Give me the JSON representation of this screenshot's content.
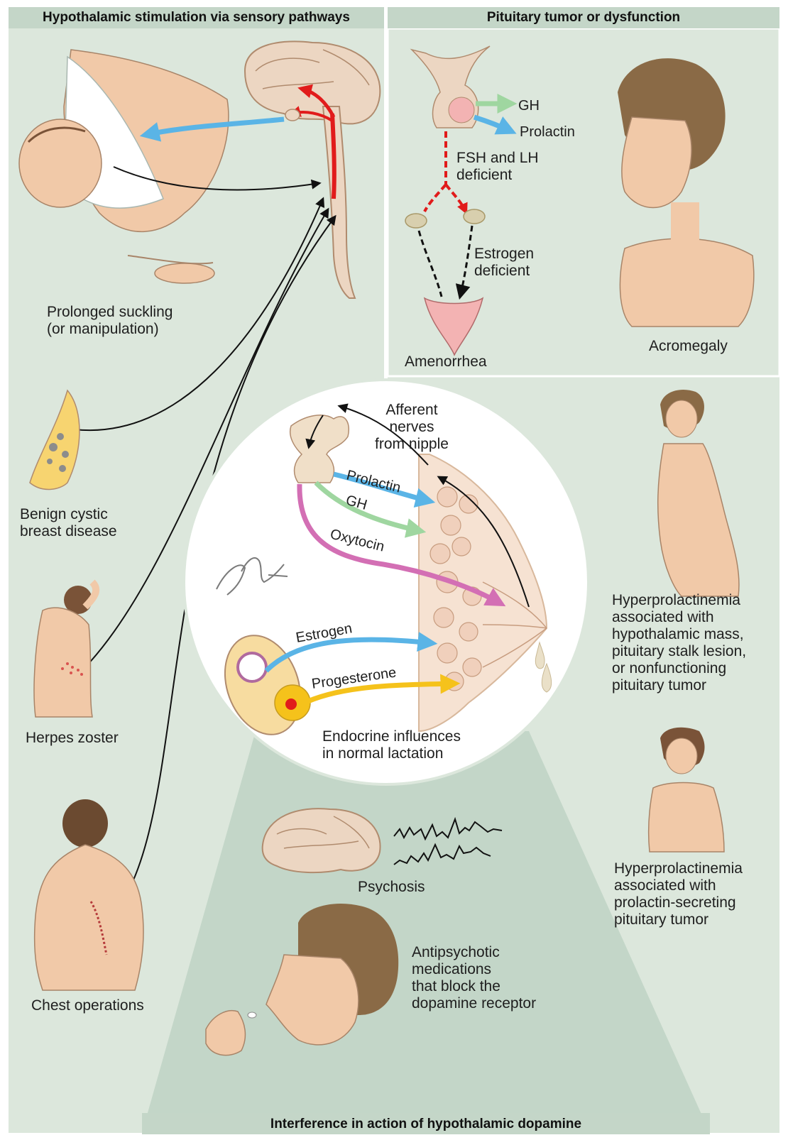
{
  "headers": {
    "left": "Hypothalamic stimulation via sensory pathways",
    "right": "Pituitary tumor or dysfunction",
    "bottom": "Interference in action of hypothalamic dopamine"
  },
  "left_labels": {
    "suckling": "Prolonged suckling\n(or manipulation)",
    "cystic": "Benign cystic\nbreast disease",
    "herpes": "Herpes zoster",
    "chest": "Chest operations"
  },
  "pituitary": {
    "gh": "GH",
    "prolactin": "Prolactin",
    "fsh_lh": "FSH and LH\ndeficient",
    "estrogen": "Estrogen\ndeficient",
    "amenorrhea": "Amenorrhea"
  },
  "right_labels": {
    "acromegaly": "Acromegaly",
    "hyper1": "Hyperprolactinemia\nassociated with\nhypothalamic mass,\npituitary stalk lesion,\nor nonfunctioning\npituitary tumor",
    "hyper2": "Hyperprolactinemia\nassociated with\nprolactin-secreting\npituitary tumor"
  },
  "center": {
    "afferent": "Afferent\nnerves\nfrom nipple",
    "prolactin": "Prolactin",
    "gh": "GH",
    "oxytocin": "Oxytocin",
    "estrogen": "Estrogen",
    "progesterone": "Progesterone",
    "caption": "Endocrine influences\nin normal lactation"
  },
  "bottom_labels": {
    "psychosis": "Psychosis",
    "antipsychotic": "Antipsychotic\nmedications\nthat block the\ndopamine receptor"
  },
  "colors": {
    "panel_bg": "#dce7dc",
    "triangle_bg": "#c3d6c8",
    "header_bg": "#c4d6c8",
    "prolactin_arrow": "#5ab4e6",
    "gh_arrow": "#9fd6a0",
    "oxytocin_arrow": "#d36fb4",
    "estrogen_arrow": "#5ab4e6",
    "progesterone_arrow": "#f5c21b",
    "deficient_arrow": "#e11b1b",
    "neural_arrow": "#e11b1b",
    "skin": "#f1c9a8",
    "brain": "#ecd6c2"
  }
}
